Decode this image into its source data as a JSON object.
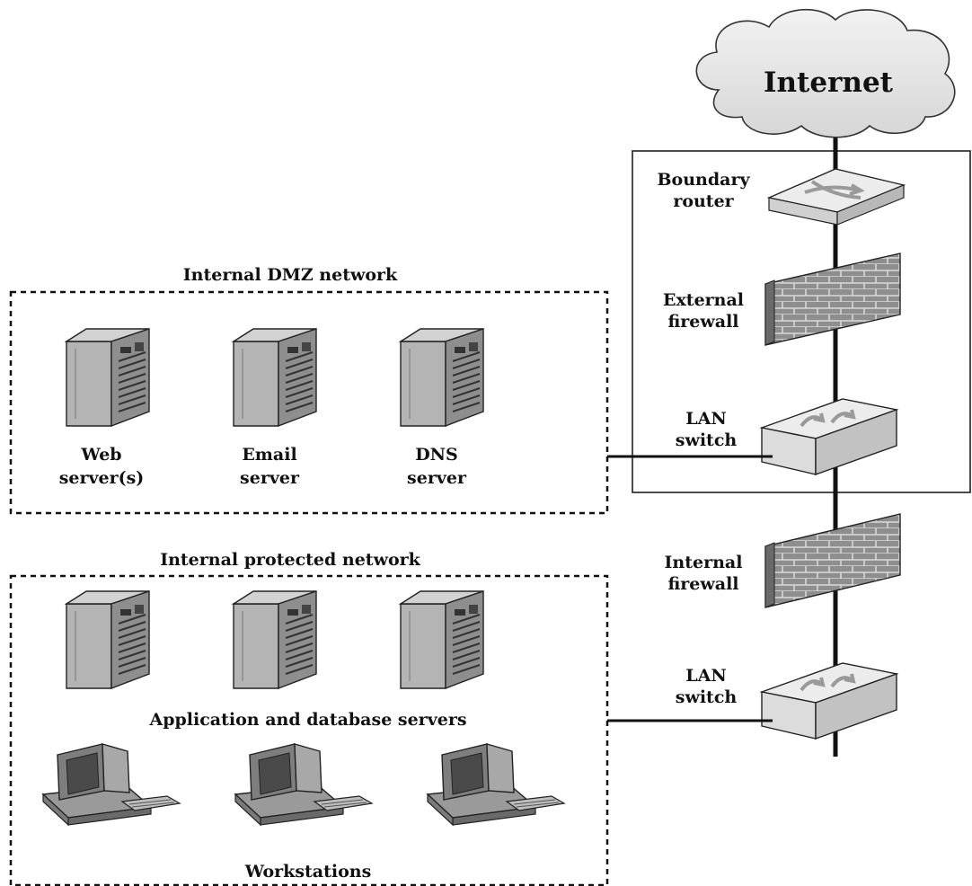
{
  "internet": {
    "label": "Internet"
  },
  "edge": {
    "router": {
      "line1": "Boundary",
      "line2": "router"
    },
    "external_firewall": {
      "line1": "External",
      "line2": "firewall"
    },
    "lan_switch_1": {
      "line1": "LAN",
      "line2": "switch"
    },
    "internal_firewall": {
      "line1": "Internal",
      "line2": "firewall"
    },
    "lan_switch_2": {
      "line1": "LAN",
      "line2": "switch"
    }
  },
  "dmz": {
    "title": "Internal DMZ network",
    "servers": [
      {
        "line1": "Web",
        "line2": "server(s)"
      },
      {
        "line1": "Email",
        "line2": "server"
      },
      {
        "line1": "DNS",
        "line2": "server"
      }
    ]
  },
  "protected": {
    "title": "Internal protected network",
    "servers_label": "Application and database servers",
    "workstations_label": "Workstations"
  }
}
